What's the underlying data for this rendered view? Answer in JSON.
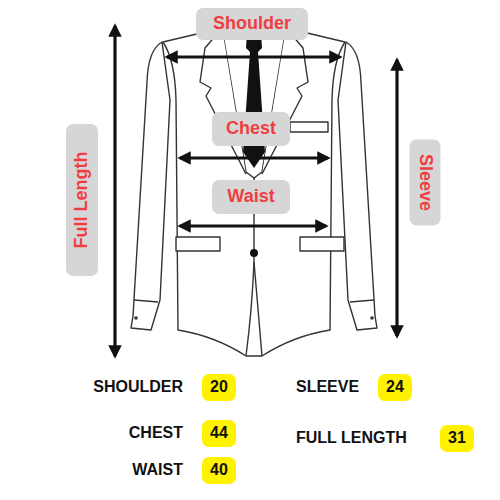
{
  "diagram": {
    "nodes": [
      {
        "text": [
          "Shoulder"
        ]
      },
      {
        "text": [
          "Full Length"
        ]
      },
      {
        "text": [
          "Chest"
        ]
      },
      {
        "text": [
          "Sleeve"
        ]
      },
      {
        "text": [
          "Waist"
        ]
      },
      {
        "text": [
          "20"
        ]
      },
      {
        "text": [
          "24"
        ]
      },
      {
        "text": [
          "44"
        ]
      },
      {
        "text": [
          "31"
        ]
      },
      {
        "text": [
          "40"
        ]
      }
    ],
    "labels": [
      "SHOULDER",
      "SLEEVE",
      "CHEST",
      "FULL LENGTH",
      "WAIST"
    ]
  }
}
